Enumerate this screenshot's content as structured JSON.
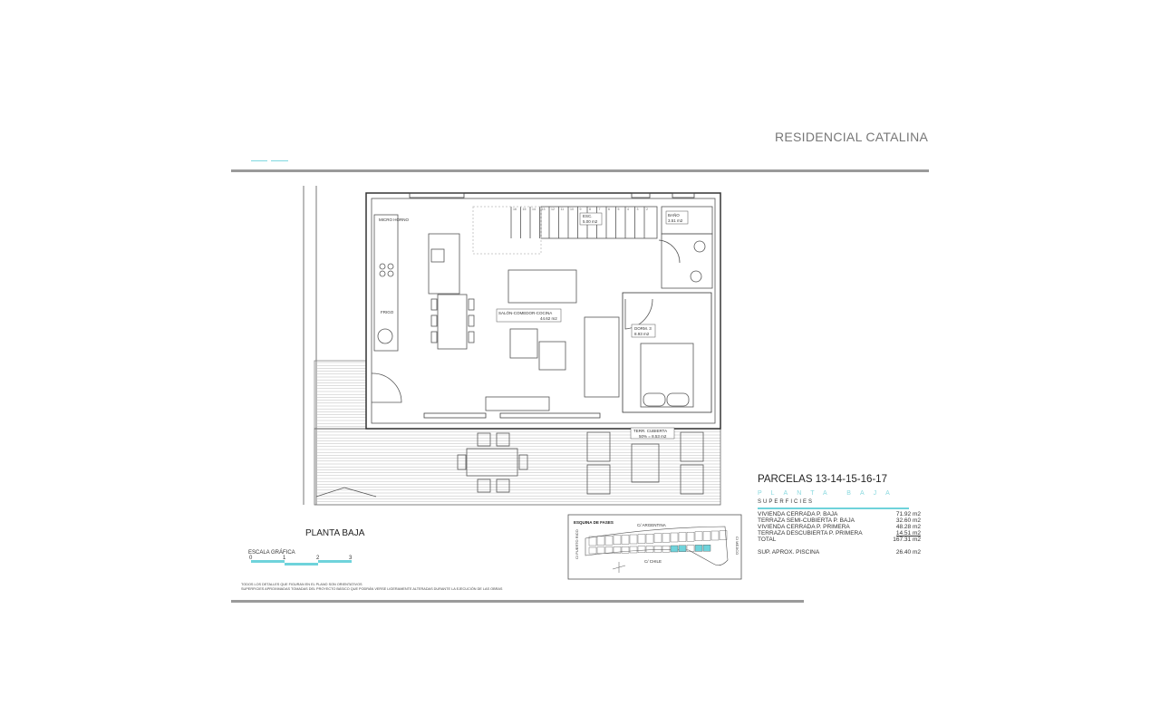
{
  "header": {
    "title": "RESIDENCIAL CATALINA"
  },
  "colors": {
    "accent": "#6fd3db",
    "rule": "#9a9a9a",
    "lines": "#555555"
  },
  "plan": {
    "rooms": [
      {
        "name": "MICRO HORNO",
        "area": ""
      },
      {
        "name": "FRIGO",
        "area": ""
      },
      {
        "name": "ESC.",
        "area": "5.00 m2"
      },
      {
        "name": "BAÑO",
        "area": "3.51 m2"
      },
      {
        "name": "SALÓN-COMEDOR-COCINA",
        "area": "44.62 m2"
      },
      {
        "name": "DORM. 3",
        "area": "8.93 m2"
      },
      {
        "name": "TERR. CUBIERTA",
        "area": "50% = 8.53 m2"
      }
    ],
    "stair_steps": [
      "16",
      "15",
      "14",
      "13",
      "12",
      "11",
      "10",
      "9",
      "8",
      "7",
      "6",
      "5",
      "4",
      "3",
      "2"
    ],
    "title": "PLANTA BAJA"
  },
  "scale": {
    "label": "ESCALA GRÁFICA",
    "ticks": [
      "0",
      "1",
      "2",
      "3"
    ]
  },
  "notes": [
    "TODOS LOS DETALLES QUE FIGURAN EN EL PLANO SON ORIENTATIVOS",
    "SUPERFICIES APROXIMADAS TOMADAS DEL PROYECTO BÁSICO QUE PODRÁN VERSE LIGERAMENTE ALTERADAS DURANTE LA EJECUCIÓN DE LAS OBRAS"
  ],
  "site_map": {
    "title": "ESQUINA DE FASES",
    "streets": [
      "C/ ARGENTINA",
      "C/ CHILE",
      "C/ PUERTO RICO",
      "C/ MÉJICO"
    ]
  },
  "summary": {
    "parcels": "PARCELAS 13-14-15-16-17",
    "floor": "PLANTA BAJA",
    "heading": "SUPERFICIES",
    "rows": [
      {
        "label": "VIVIENDA CERRADA P. BAJA",
        "value": "71.92 m2"
      },
      {
        "label": "TERRAZA SEMI-CUBIERTA P. BAJA",
        "value": "32.60 m2"
      },
      {
        "label": "VIVIENDA CERRADA P. PRIMERA",
        "value": "48.28 m2"
      },
      {
        "label": "TERRAZA DESCUBIERTA P. PRIMERA",
        "value": "14.51 m2"
      },
      {
        "label": "TOTAL",
        "value": "167.31 m2"
      }
    ],
    "pool": {
      "label": "SUP. APROX. PISCINA",
      "value": "26.40 m2"
    }
  }
}
